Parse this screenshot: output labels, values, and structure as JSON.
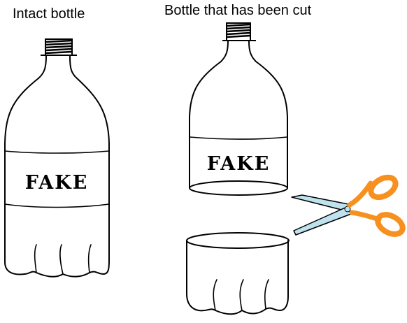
{
  "captions": {
    "intact": "Intact bottle",
    "cut": "Bottle that has been cut"
  },
  "labels": {
    "intact_label": "FAKE",
    "cut_label": "FAKE"
  },
  "colors": {
    "scissors_handle": "#F7901E",
    "scissors_blade": "#BFE3EE",
    "outline": "#000000"
  },
  "icons": {
    "scissors": "scissors-icon"
  }
}
